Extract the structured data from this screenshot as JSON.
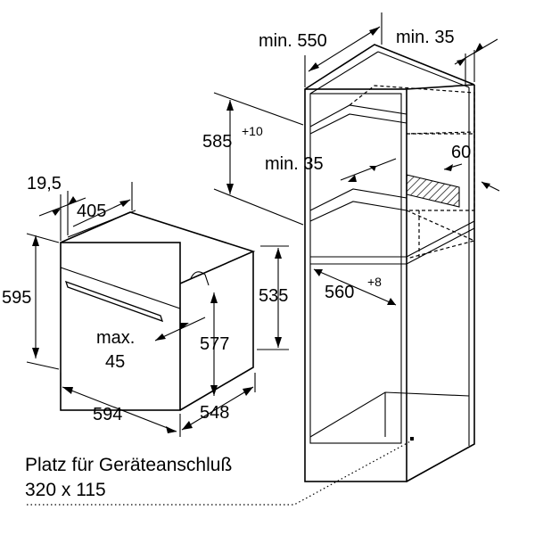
{
  "niche": {
    "width_label": "min. 550",
    "gap_label": "min. 35",
    "height_label": "585",
    "height_tolerance": "+10",
    "vent_label": "min. 35",
    "vent_depth_label": "60",
    "depth_label": "560",
    "depth_tolerance": "+8"
  },
  "oven": {
    "panel_label": "19,5",
    "width_top_label": "405",
    "height_label": "595",
    "cavity_height_label": "535",
    "door_angle_label": "max.",
    "door_angle_value": "45",
    "door_height_label": "577",
    "width_label": "594",
    "depth_label": "548"
  },
  "caption": {
    "line1": "Platz für Geräteanschluß",
    "line2": "320 x 115"
  }
}
